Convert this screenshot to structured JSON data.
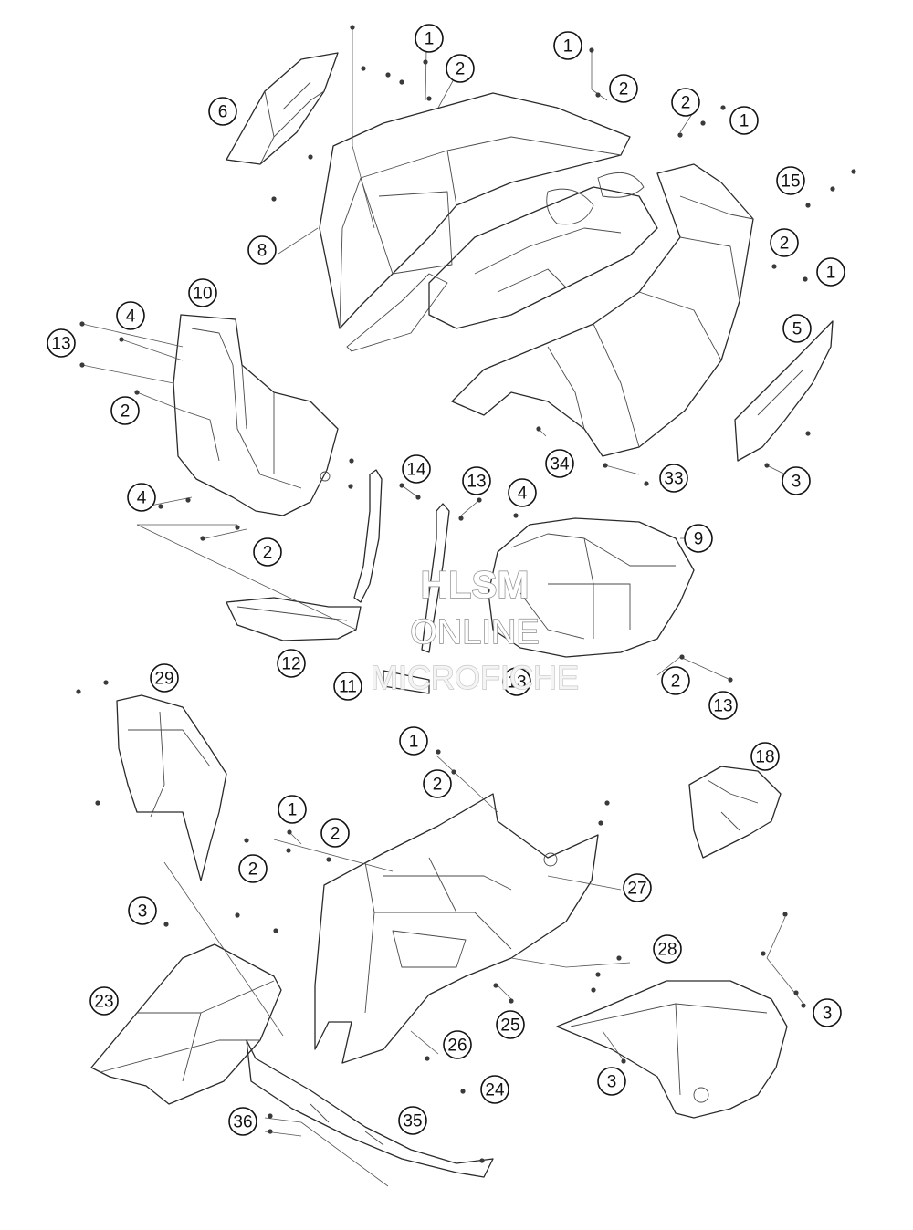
{
  "callouts": [
    {
      "id": "c-1a",
      "label": "1"
    },
    {
      "id": "c-2a",
      "label": "2"
    },
    {
      "id": "c-1b",
      "label": "1"
    },
    {
      "id": "c-2b",
      "label": "2"
    },
    {
      "id": "c-2c",
      "label": "2"
    },
    {
      "id": "c-1c",
      "label": "1"
    },
    {
      "id": "c-6",
      "label": "6"
    },
    {
      "id": "c-15",
      "label": "15"
    },
    {
      "id": "c-2d",
      "label": "2"
    },
    {
      "id": "c-1d",
      "label": "1"
    },
    {
      "id": "c-8",
      "label": "8"
    },
    {
      "id": "c-10",
      "label": "10"
    },
    {
      "id": "c-4a",
      "label": "4"
    },
    {
      "id": "c-13a",
      "label": "13"
    },
    {
      "id": "c-5",
      "label": "5"
    },
    {
      "id": "c-2e",
      "label": "2"
    },
    {
      "id": "c-34",
      "label": "34"
    },
    {
      "id": "c-33",
      "label": "33"
    },
    {
      "id": "c-3a",
      "label": "3"
    },
    {
      "id": "c-14",
      "label": "14"
    },
    {
      "id": "c-13b",
      "label": "13"
    },
    {
      "id": "c-4b",
      "label": "4"
    },
    {
      "id": "c-4c",
      "label": "4"
    },
    {
      "id": "c-9",
      "label": "9"
    },
    {
      "id": "c-2f",
      "label": "2"
    },
    {
      "id": "c-12",
      "label": "12"
    },
    {
      "id": "c-11",
      "label": "11"
    },
    {
      "id": "c-13c",
      "label": "13"
    },
    {
      "id": "c-2g",
      "label": "2"
    },
    {
      "id": "c-13d",
      "label": "13"
    },
    {
      "id": "c-29",
      "label": "29"
    },
    {
      "id": "c-1e",
      "label": "1"
    },
    {
      "id": "c-18",
      "label": "18"
    },
    {
      "id": "c-2h",
      "label": "2"
    },
    {
      "id": "c-1f",
      "label": "1"
    },
    {
      "id": "c-2i",
      "label": "2"
    },
    {
      "id": "c-2j",
      "label": "2"
    },
    {
      "id": "c-27",
      "label": "27"
    },
    {
      "id": "c-3b",
      "label": "3"
    },
    {
      "id": "c-28",
      "label": "28"
    },
    {
      "id": "c-23",
      "label": "23"
    },
    {
      "id": "c-3c",
      "label": "3"
    },
    {
      "id": "c-25",
      "label": "25"
    },
    {
      "id": "c-26",
      "label": "26"
    },
    {
      "id": "c-3d",
      "label": "3"
    },
    {
      "id": "c-24",
      "label": "24"
    },
    {
      "id": "c-36",
      "label": "36"
    },
    {
      "id": "c-35",
      "label": "35"
    }
  ],
  "watermark": {
    "line1": "HLSM",
    "line2": "ONLINE",
    "line3": "MICROFICHE"
  },
  "colors": {
    "ink": "#2a2a2a",
    "background": "#ffffff",
    "watermark_stroke": "#8a8a8a"
  }
}
